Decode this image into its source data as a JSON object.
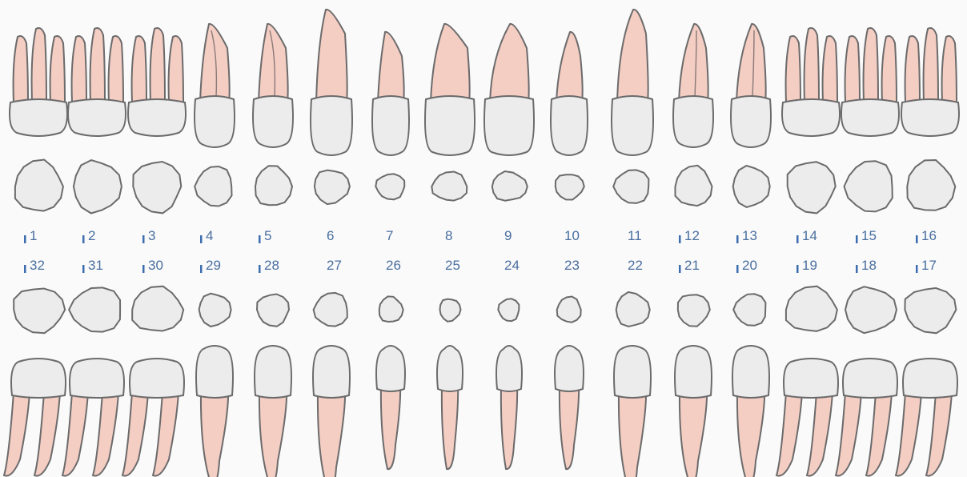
{
  "upper_teeth": [
    {
      "number": "1",
      "type": "molar",
      "marked": true
    },
    {
      "number": "2",
      "type": "molar",
      "marked": true
    },
    {
      "number": "3",
      "type": "molar",
      "marked": true
    },
    {
      "number": "4",
      "type": "premolar",
      "marked": true
    },
    {
      "number": "5",
      "type": "premolar",
      "marked": true
    },
    {
      "number": "6",
      "type": "canine",
      "marked": false
    },
    {
      "number": "7",
      "type": "lateral-incisor",
      "marked": false
    },
    {
      "number": "8",
      "type": "central-incisor",
      "marked": false
    },
    {
      "number": "9",
      "type": "central-incisor",
      "marked": false
    },
    {
      "number": "10",
      "type": "lateral-incisor",
      "marked": false
    },
    {
      "number": "11",
      "type": "canine",
      "marked": false
    },
    {
      "number": "12",
      "type": "premolar",
      "marked": true
    },
    {
      "number": "13",
      "type": "premolar",
      "marked": true
    },
    {
      "number": "14",
      "type": "molar",
      "marked": true
    },
    {
      "number": "15",
      "type": "molar",
      "marked": true
    },
    {
      "number": "16",
      "type": "molar",
      "marked": true
    }
  ],
  "lower_teeth": [
    {
      "number": "32",
      "type": "molar",
      "marked": true
    },
    {
      "number": "31",
      "type": "molar",
      "marked": true
    },
    {
      "number": "30",
      "type": "molar",
      "marked": true
    },
    {
      "number": "29",
      "type": "premolar",
      "marked": true
    },
    {
      "number": "28",
      "type": "premolar",
      "marked": true
    },
    {
      "number": "27",
      "type": "canine",
      "marked": false
    },
    {
      "number": "26",
      "type": "lateral-incisor",
      "marked": false
    },
    {
      "number": "25",
      "type": "central-incisor",
      "marked": false
    },
    {
      "number": "24",
      "type": "central-incisor",
      "marked": false
    },
    {
      "number": "23",
      "type": "lateral-incisor",
      "marked": false
    },
    {
      "number": "22",
      "type": "canine",
      "marked": false
    },
    {
      "number": "21",
      "type": "premolar",
      "marked": true
    },
    {
      "number": "20",
      "type": "premolar",
      "marked": true
    },
    {
      "number": "19",
      "type": "molar",
      "marked": true
    },
    {
      "number": "18",
      "type": "molar",
      "marked": true
    },
    {
      "number": "17",
      "type": "molar",
      "marked": true
    }
  ],
  "colors": {
    "background": "#fafafa",
    "crown": "#ececec",
    "root": "#f4cdc3",
    "outline": "#6b6b6b",
    "label": "#4a6fa0",
    "marker": "#3c6db0"
  }
}
